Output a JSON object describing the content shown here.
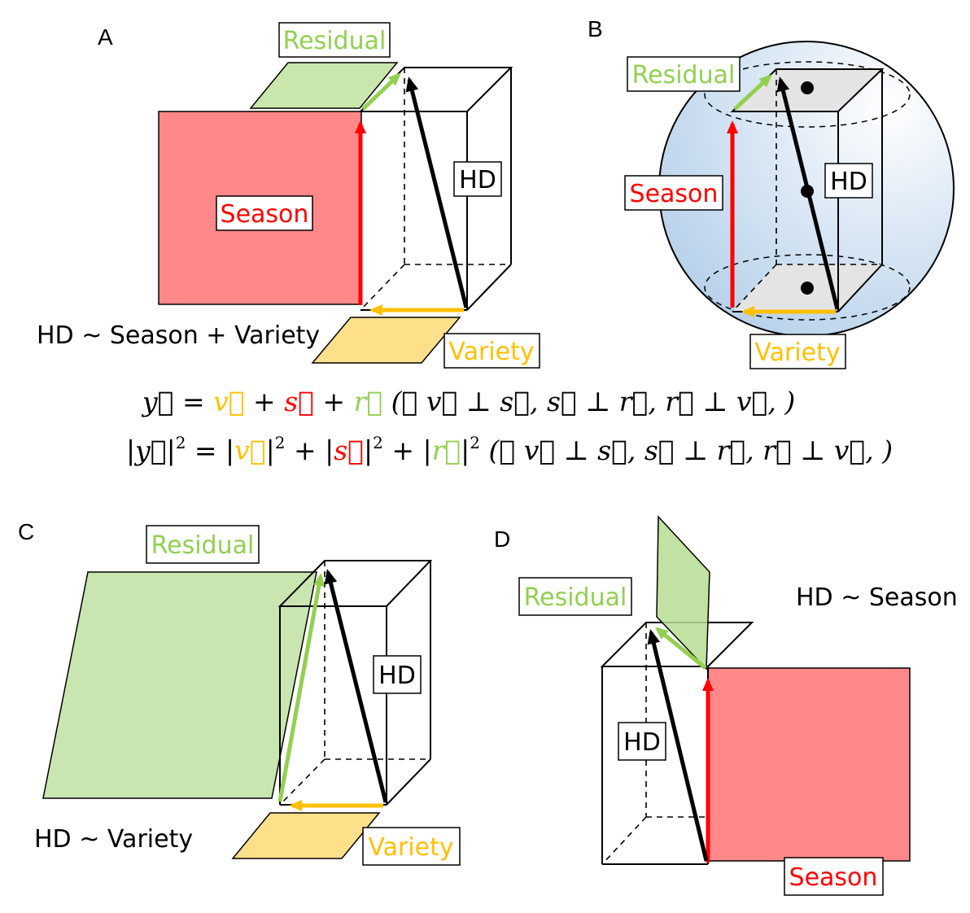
{
  "colors": {
    "season": "#ff0000",
    "season_plane": "#ff8888",
    "variety": "#ffc000",
    "variety_plane": "#ffe08a",
    "residual": "#92d050",
    "residual_plane": "#c9e7ac",
    "hd": "#000000",
    "sphere": "#bdd7ee"
  },
  "panels": {
    "A": {
      "letter": "A",
      "residual_label": "Residual",
      "season_label": "Season",
      "variety_label": "Variety",
      "hd_label": "HD",
      "model_label": "HD ~ Season + Variety"
    },
    "B": {
      "letter": "B",
      "residual_label": "Residual",
      "season_label": "Season",
      "variety_label": "Variety",
      "hd_label": "HD"
    },
    "C": {
      "letter": "C",
      "residual_label": "Residual",
      "variety_label": "Variety",
      "hd_label": "HD",
      "model_label": "HD ~ Variety"
    },
    "D": {
      "letter": "D",
      "residual_label": "Residual",
      "season_label": "Season",
      "hd_label": "HD",
      "model_label": "HD ~ Season"
    }
  },
  "equations": {
    "eq1": {
      "y": "y⃗",
      "eq": " = ",
      "v": "v⃗",
      "plus1": " + ",
      "s": "s⃗",
      "plus2": " + ",
      "r": "r⃗",
      "cond": " (∵ v⃗ ⊥ s⃗, s⃗ ⊥ r⃗, r⃗ ⊥ v⃗, )"
    },
    "eq2": {
      "lhs": "|y⃗|",
      "exp": "2",
      "eq": " = |",
      "v": "v⃗",
      "mid1": "|",
      "exp1": "2",
      "plus1": " + |",
      "s": "s⃗",
      "mid2": "|",
      "exp2": "2",
      "plus2": " + |",
      "r": "r⃗",
      "mid3": "|",
      "exp3": "2",
      "cond": " (∵ v⃗ ⊥ s⃗, s⃗ ⊥ r⃗, r⃗ ⊥ v⃗, )"
    }
  }
}
